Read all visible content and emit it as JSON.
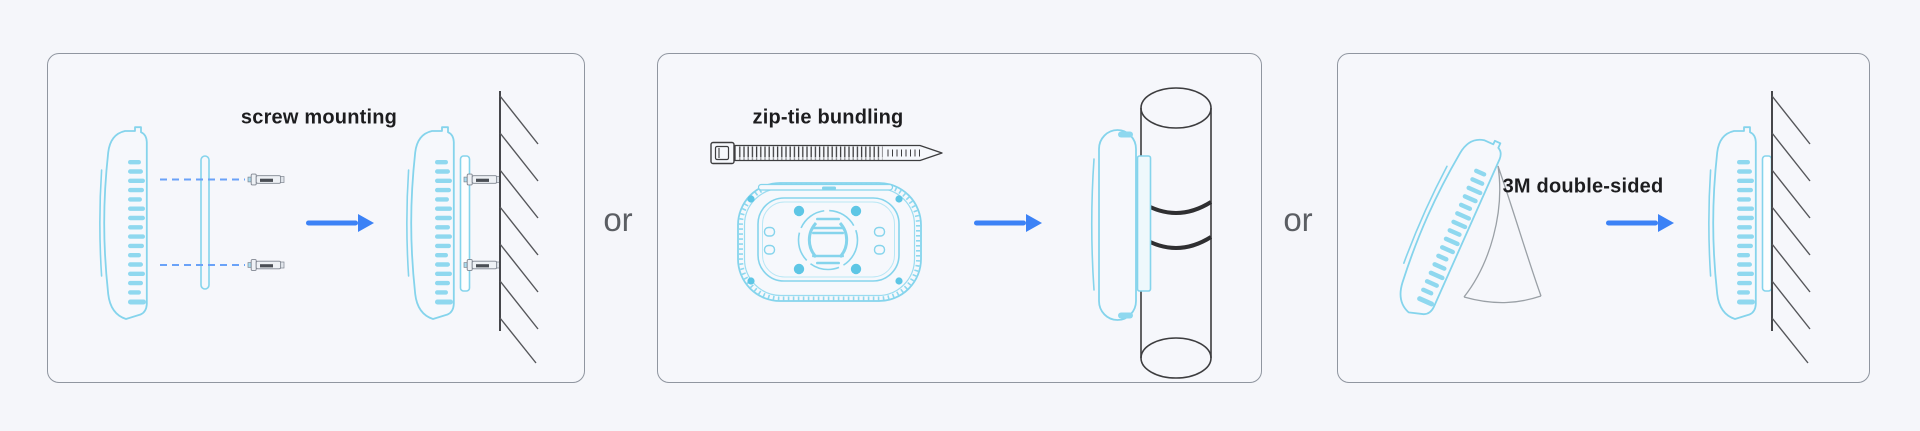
{
  "diagram": {
    "panels": [
      {
        "id": "screw-mounting",
        "title": "screw mounting"
      },
      {
        "id": "zip-tie-bundling",
        "title": "zip-tie bundling"
      },
      {
        "id": "3m-double-sided",
        "title": "3M double-sided"
      }
    ],
    "separators": [
      "or",
      "or"
    ]
  },
  "colors": {
    "background": "#f5f6fa",
    "panel_border": "#9096a0",
    "title_text": "#1d1d1f",
    "or_text": "#5b5e63",
    "accent_arrow": "#3c82f6",
    "device_outline": "#85d4ec",
    "device_fill_accent": "#8fd8ef",
    "dashed_guide": "#6aa2f8",
    "dark_line": "#3d3d3f"
  }
}
